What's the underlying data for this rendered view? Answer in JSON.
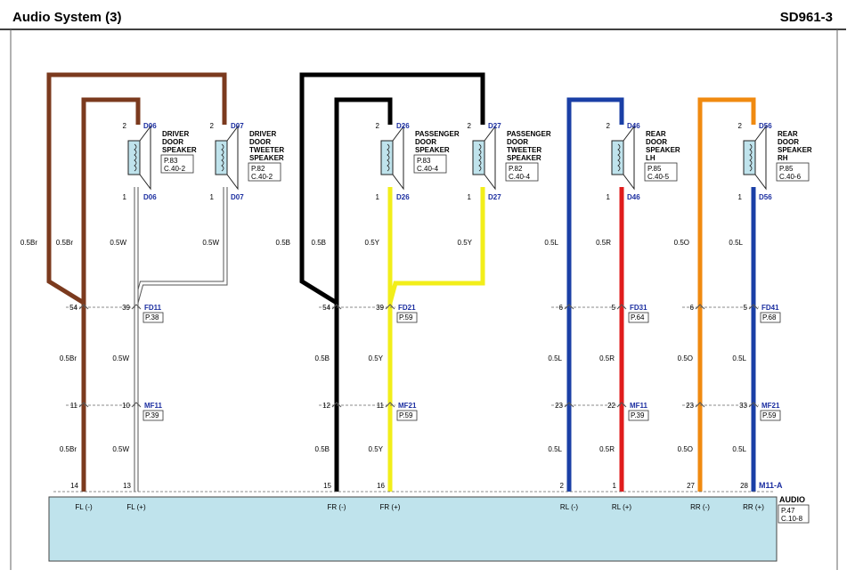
{
  "header": {
    "title": "Audio System (3)",
    "code": "SD961-3"
  },
  "colors": {
    "brown": "#7b3a1e",
    "white": "#ffffff",
    "black": "#000000",
    "yellow": "#f2ee1a",
    "blue": "#1a3fa6",
    "red": "#e01c1c",
    "orange": "#f08a10",
    "unit_fill": "#bfe3ec",
    "speaker_fill": "#bfe3ec",
    "label_blue": "#1b2ea0"
  },
  "speakers": [
    {
      "id": "D06",
      "label": "DRIVER\nDOOR\nSPEAKER",
      "page": "P.83",
      "conn": "C.40-2"
    },
    {
      "id": "D07",
      "label": "DRIVER\nDOOR\nTWEETER\nSPEAKER",
      "page": "P.82",
      "conn": "C.40-2"
    },
    {
      "id": "D26",
      "label": "PASSENGER\nDOOR\nSPEAKER",
      "page": "P.83",
      "conn": "C.40-4"
    },
    {
      "id": "D27",
      "label": "PASSENGER\nDOOR\nTWEETER\nSPEAKER",
      "page": "P.82",
      "conn": "C.40-4"
    },
    {
      "id": "D46",
      "label": "REAR\nDOOR\nSPEAKER\nLH",
      "page": "P.85",
      "conn": "C.40-5"
    },
    {
      "id": "D56",
      "label": "REAR\nDOOR\nSPEAKER\nRH",
      "page": "P.85",
      "conn": "C.40-6"
    }
  ],
  "connectors": [
    {
      "id": "FD11",
      "page": "P.38"
    },
    {
      "id": "MF11",
      "page": "P.39"
    },
    {
      "id": "FD21",
      "page": "P.59"
    },
    {
      "id": "MF21",
      "page": "P.59"
    },
    {
      "id": "FD31",
      "page": "P.64"
    },
    {
      "id": "MF11",
      "page": "P.39"
    },
    {
      "id": "FD41",
      "page": "P.68"
    },
    {
      "id": "MF21",
      "page": "P.59"
    }
  ],
  "wires": [
    {
      "size": "0.5Br",
      "fd": "54",
      "mf": "11",
      "audio": "14",
      "terminal": "FL (-)"
    },
    {
      "size": "0.5W",
      "fd": "39",
      "mf": "10",
      "audio": "13",
      "terminal": "FL (+)"
    },
    {
      "size": "0.5B",
      "fd": "54",
      "mf": "12",
      "audio": "15",
      "terminal": "FR (-)"
    },
    {
      "size": "0.5Y",
      "fd": "39",
      "mf": "11",
      "audio": "16",
      "terminal": "FR (+)"
    },
    {
      "size": "0.5L",
      "fd": "6",
      "mf": "23",
      "audio": "2",
      "terminal": "RL (-)"
    },
    {
      "size": "0.5R",
      "fd": "5",
      "mf": "22",
      "audio": "1",
      "terminal": "RL (+)"
    },
    {
      "size": "0.5O",
      "fd": "6",
      "mf": "23",
      "audio": "27",
      "terminal": "RR (-)"
    },
    {
      "size": "0.5L",
      "fd": "5",
      "mf": "33",
      "audio": "28",
      "terminal": "RR (+)"
    }
  ],
  "upper_wire_sizes": [
    "0.5Br",
    "0.5Br",
    "0.5W",
    "0.5W",
    "0.5B",
    "0.5B",
    "0.5Y",
    "0.5Y",
    "0.5L",
    "0.5R",
    "0.5O",
    "0.5L"
  ],
  "speaker_pins": {
    "top": "2",
    "bottom": "1"
  },
  "audio_unit": {
    "connector": "M11-A",
    "name": "AUDIO",
    "page": "P.47",
    "conn": "C.10-8"
  }
}
